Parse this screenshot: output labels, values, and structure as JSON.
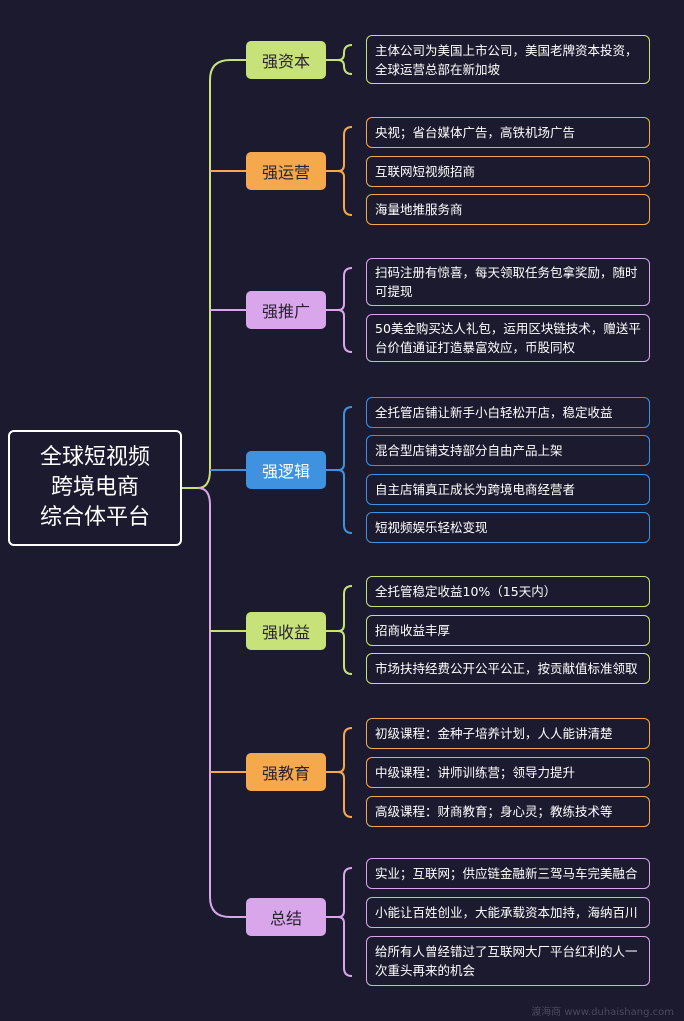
{
  "root": {
    "lines": [
      "全球短视频",
      "跨境电商",
      "综合体平台"
    ]
  },
  "branches": [
    {
      "label": "强资本",
      "color": "#c8e27a",
      "leaves": [
        "主体公司为美国上市公司，美国老牌资本投资，全球运营总部在新加坡"
      ]
    },
    {
      "label": "强运营",
      "color": "#f5a84c",
      "leaves": [
        "央视；省台媒体广告，高铁机场广告",
        "互联网短视频招商",
        "海量地推服务商"
      ]
    },
    {
      "label": "强推广",
      "color": "#d9a6ec",
      "leaves": [
        "扫码注册有惊喜，每天领取任务包拿奖励，随时可提现",
        "50美金购买达人礼包，运用区块链技术，赠送平台价值通证打造暴富效应，币股同权"
      ]
    },
    {
      "label": "强逻辑",
      "color": "#3f92e0",
      "leaves": [
        "全托管店铺让新手小白轻松开店，稳定收益",
        "混合型店铺支持部分自由产品上架",
        "自主店铺真正成长为跨境电商经营者",
        "短视频娱乐轻松变现"
      ]
    },
    {
      "label": "强收益",
      "color": "#c8e27a",
      "leaves": [
        "全托管稳定收益10%（15天内）",
        "招商收益丰厚",
        "市场扶持经费公开公平公正，按贡献值标准领取"
      ]
    },
    {
      "label": "强教育",
      "color": "#f5a84c",
      "leaves": [
        "初级课程：金种子培养计划，人人能讲清楚",
        "中级课程：讲师训练营；领导力提升",
        "高级课程：财商教育；身心灵；教练技术等"
      ]
    },
    {
      "label": "总结",
      "color": "#d9a6ec",
      "leaves": [
        "实业；互联网；供应链金融新三驾马车完美融合",
        "小能让百姓创业，大能承载资本加持，海纳百川",
        "给所有人曾经错过了互联网大厂平台红利的人一次重头再来的机会"
      ]
    }
  ],
  "watermark": "渡海商 www.duhaishang.com"
}
